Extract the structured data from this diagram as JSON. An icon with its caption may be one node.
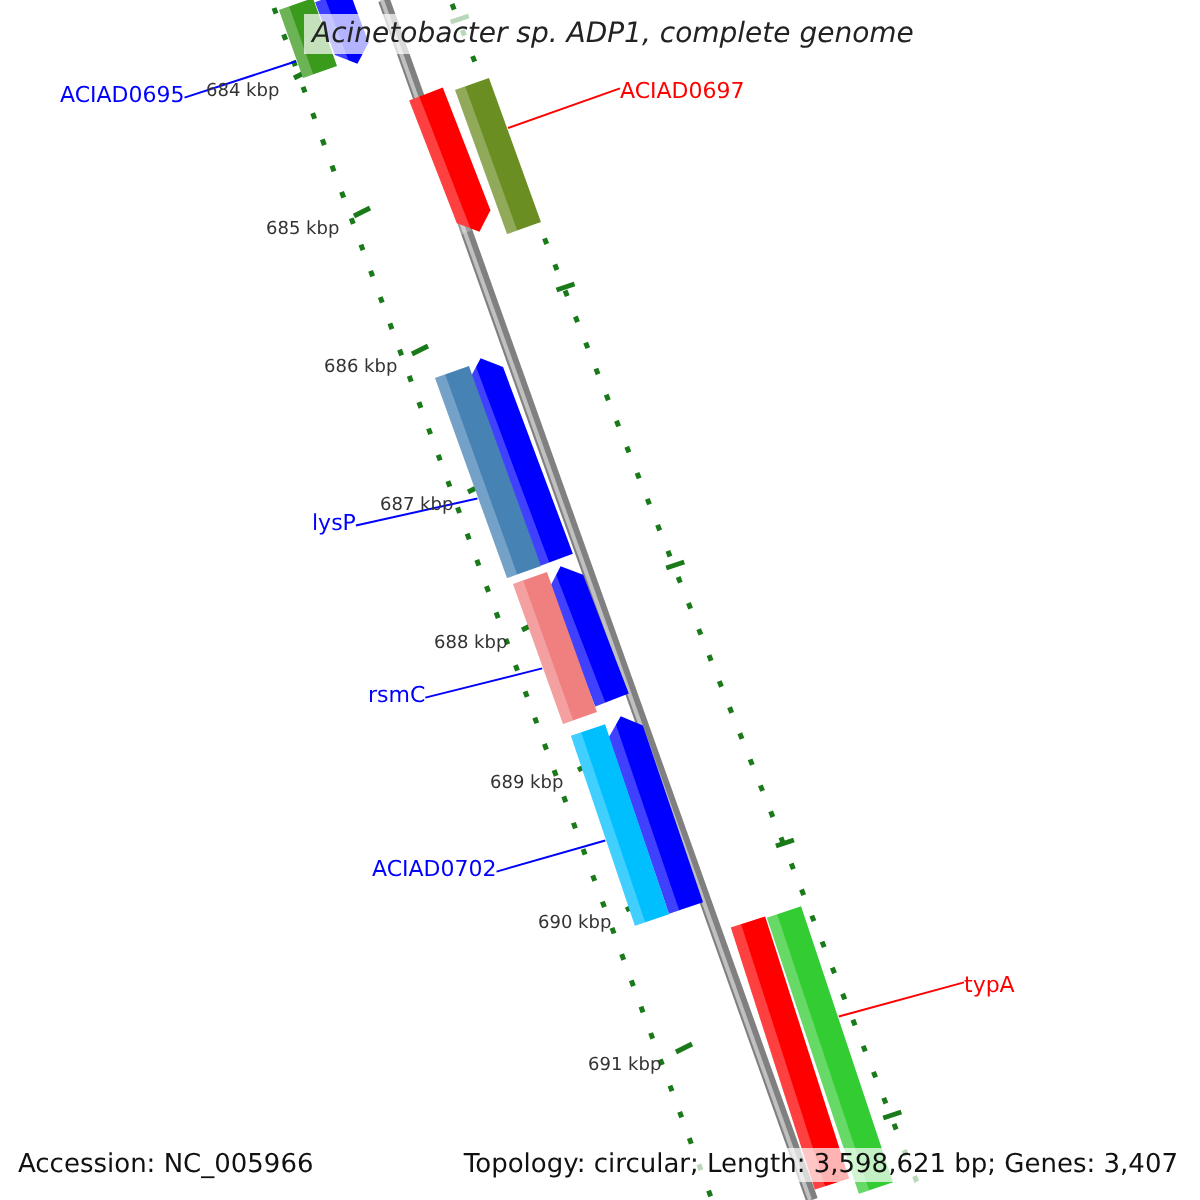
{
  "diagram": {
    "title": "Acinetobacter sp. ADP1, complete genome",
    "nodes": [
      {
        "text": [
          "ACIAD0695"
        ]
      },
      {
        "text": [],
        "shape": "bar"
      },
      {
        "text": [
          "ACIAD0697"
        ]
      },
      {
        "text": [],
        "shape": "bar"
      },
      {
        "text": [
          "lysP"
        ]
      },
      {
        "text": [],
        "shape": "bar"
      },
      {
        "text": [
          "rsmC"
        ]
      },
      {
        "text": [],
        "shape": "bar"
      },
      {
        "text": [
          "ACIAD0702"
        ]
      },
      {
        "text": [],
        "shape": "bar"
      },
      {
        "text": [
          "typA"
        ]
      },
      {
        "text": [],
        "shape": "bar"
      }
    ],
    "edges": [
      {
        "from": 0,
        "to": 1,
        "arrow": "none",
        "color": "#0000ff"
      },
      {
        "from": 2,
        "to": 3,
        "arrow": "none",
        "color": "#ff0000"
      },
      {
        "from": 4,
        "to": 5,
        "arrow": "none",
        "color": "#0000ff"
      },
      {
        "from": 6,
        "to": 7,
        "arrow": "none",
        "color": "#0000ff"
      },
      {
        "from": 8,
        "to": 9,
        "arrow": "none",
        "color": "#0000ff"
      },
      {
        "from": 10,
        "to": 11,
        "arrow": "none",
        "color": "#ff0000"
      }
    ],
    "labels": [
      "684 kbp",
      "685 kbp",
      "686 kbp",
      "687 kbp",
      "688 kbp",
      "689 kbp",
      "690 kbp",
      "691 kbp",
      "Accession: NC_005966",
      "Topology: circular; Length: 3,598,621 bp; Genes: 3,407"
    ]
  }
}
